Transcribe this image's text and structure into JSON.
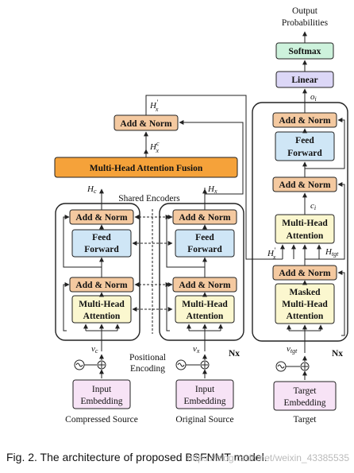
{
  "blocks": {
    "add_norm": "Add & Norm",
    "feed_forward": [
      "Feed",
      "Forward"
    ],
    "multi_head_attention": [
      "Multi-Head",
      "Attention"
    ],
    "masked_mha": [
      "Masked",
      "Multi-Head",
      "Attention"
    ],
    "input_embedding": [
      "Input",
      "Embedding"
    ],
    "target_embedding": [
      "Target",
      "Embedding"
    ],
    "fusion": "Multi-Head Attention Fusion",
    "linear": "Linear",
    "softmax": "Softmax",
    "output": [
      "Output",
      "Probabilities"
    ]
  },
  "labels": {
    "shared_encoders": "Shared Encoders",
    "positional_encoding": [
      "Positional",
      "Encoding"
    ],
    "nx": "Nx",
    "compressed_source": "Compressed Source",
    "original_source": "Original Source",
    "target": "Target"
  },
  "symbols": {
    "v_c": "v",
    "v_c_sub": "c",
    "v_x": "v",
    "v_x_sub": "x",
    "v_tgt": "v",
    "v_tgt_sub": "tgt",
    "H_c": "H",
    "H_c_sub": "c",
    "H_x": "H",
    "H_x_sub": "x",
    "H_x_c": "H",
    "H_x_c_sup": "c",
    "H_x_c_sub": "x",
    "H_x_p": "H",
    "H_x_p_sup": "′",
    "H_x_p_sub": "x",
    "H_tgt": "H",
    "H_tgt_sub": "tgt",
    "c_i": "c",
    "c_i_sub": "i",
    "o_i": "o",
    "o_i_sub": "i"
  },
  "caption": "Fig. 2. The architecture of proposed BSFNMT model.",
  "watermark": "https://blog.csdn.net/weixin_43385535"
}
